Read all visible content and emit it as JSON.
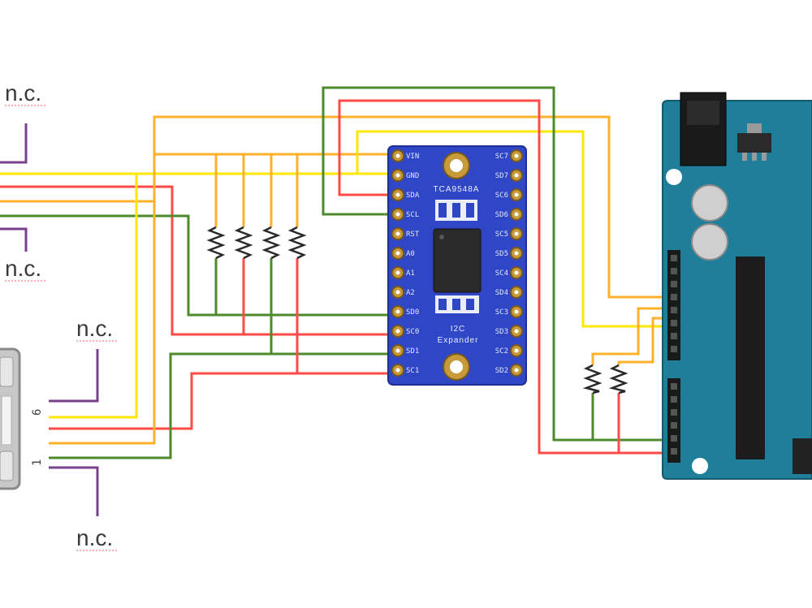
{
  "nc_labels": [
    "n.c.",
    "n.c.",
    "n.c.",
    "n.c."
  ],
  "connector": {
    "pin_top": "6",
    "pin_bottom": "1"
  },
  "mux_board": {
    "title": "TCA9548A",
    "subtitle_1": "I2C",
    "subtitle_2": "Expander",
    "left_pins": [
      "VIN",
      "GND",
      "SDA",
      "SCL",
      "RST",
      "A0",
      "A1",
      "A2",
      "SD0",
      "SC0",
      "SD1",
      "SC1"
    ],
    "right_pins": [
      "SC7",
      "SD7",
      "SC6",
      "SD6",
      "SC5",
      "SD5",
      "SC4",
      "SD4",
      "SC3",
      "SD3",
      "SC2",
      "SD2"
    ]
  },
  "arduino": {
    "power_pins": [
      "",
      "",
      "",
      "",
      "",
      ""
    ],
    "analog_pins": [
      "",
      "",
      "",
      "",
      "",
      ""
    ]
  },
  "colors": {
    "red": "#ff4a4a",
    "orange": "#ffb12a",
    "yellow": "#ffe600",
    "green": "#4f8a2c",
    "purple": "#7a3f8a",
    "board_blue": "#2f46c7",
    "arduino_teal": "#1f7f9a"
  }
}
